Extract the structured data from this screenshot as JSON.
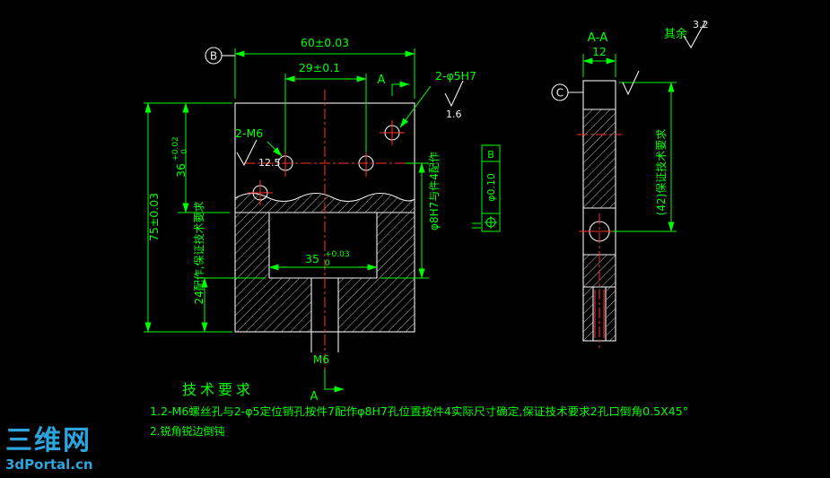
{
  "colors": {
    "background": "#000000",
    "outline": "#f2f2f2",
    "dimension": "#00ff00",
    "centerline": "#ff3030",
    "watermark": "#2fa3dc"
  },
  "main_view": {
    "datum_b": "B",
    "dim_width_total": "60±0.03",
    "dim_hole_spacing": "29±0.1",
    "dim_height_total": "75±0.03",
    "dim_36": "36",
    "dim_36_tol_up": "+0.02",
    "dim_36_tol_low": "0",
    "dim_35": "35",
    "dim_35_tol_up": "+0.03",
    "dim_35_tol_low": "0",
    "dim_24_note": "24配作,保证技术要求",
    "label_m6_holes": "2-M6",
    "roughness_m6": "12.5",
    "label_pin_holes": "2-φ5H7",
    "roughness_pin": "1.6",
    "note_phi8": "φ8H7与件4配作",
    "thread_label": "M6",
    "section_label": "A",
    "fcf": {
      "tolerance": "φ0.10",
      "datum": "B"
    }
  },
  "section_view": {
    "title": "A-A",
    "dim_thickness": "12",
    "datum_c": "C",
    "dim_42_note": "(42)保证技术要求"
  },
  "general_roughness": {
    "label": "其余",
    "value": "3.2"
  },
  "tech_requirements": {
    "title": "技术要求",
    "items": [
      "1.2-M6螺丝孔与2-φ5定位销孔按件7配作φ8H7孔位置按件4实际尺寸确定,保证技术要求2孔口倒角0.5X45°",
      "2.锐角锐边倒钝"
    ]
  },
  "watermark": {
    "site_name": "三维网",
    "site_url": "3dPortal.cn"
  }
}
